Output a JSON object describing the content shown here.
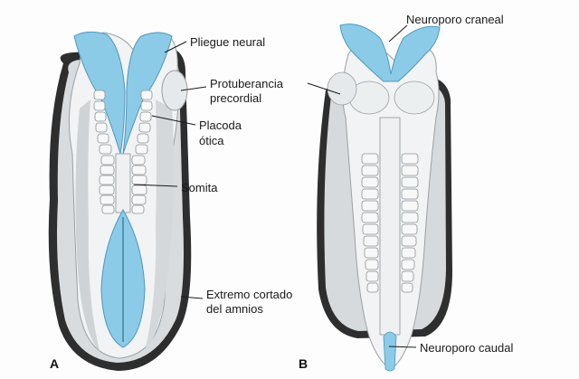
{
  "colors": {
    "neural_tube": "#8ccbe8",
    "neural_tube_dark": "#5aaed6",
    "ectoderm": "#f2f4f5",
    "amnion_edge": "#2a2a2a",
    "shadow": "#b9bdc0"
  },
  "labels": {
    "pliegue_neural": "Pliegue neural",
    "protuberancia_1": "Protuberancia",
    "protuberancia_2": "precordial",
    "placoda_1": "Placoda",
    "placoda_2": "ótica",
    "somita": "Somita",
    "extremo_1": "Extremo cortado",
    "extremo_2": "del amnios",
    "neuroporo_craneal": "Neuroporo craneal",
    "neuroporo_caudal": "Neuroporo caudal"
  },
  "panels": {
    "a": "A",
    "b": "B"
  }
}
